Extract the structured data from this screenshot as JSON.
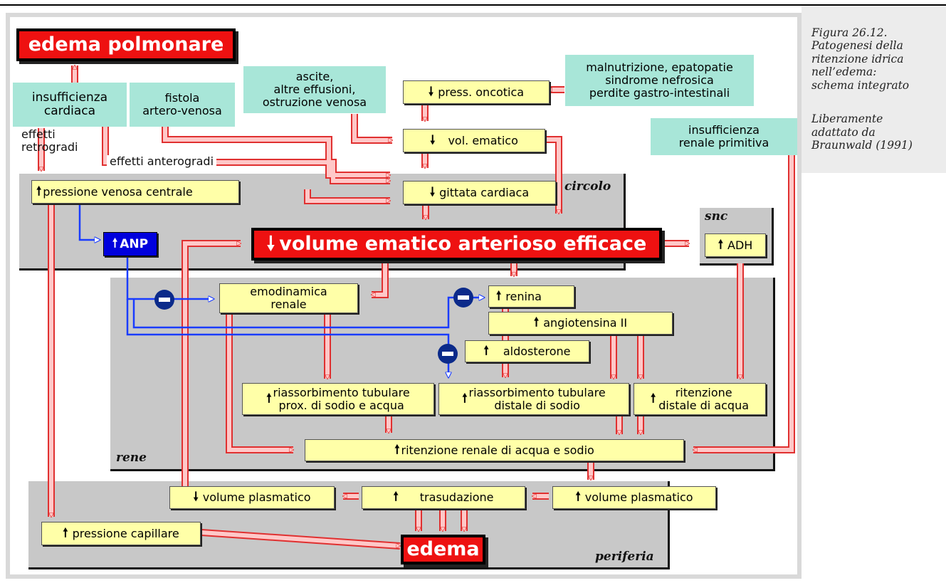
{
  "caption": {
    "title": "Figura 26.12.\nPatogenesi della\nritenzione idrica\nnell’edema:\nschema integrato",
    "credit": "Liberamente\nadattato da\nBraunwald (1991)"
  },
  "regions": {
    "circolo": "circolo",
    "snc": "snc",
    "rene": "rene",
    "periferia": "periferia"
  },
  "boxes": {
    "edema_polmonare": "edema polmonare",
    "insufficienza_cardiaca": "insufficienza\ncardiaca",
    "fistola": "fistola\nartero-venosa",
    "ascite": "ascite,\naltre effusioni,\nostruzione venosa",
    "press_oncotica": "press. oncotica",
    "malnutrizione": "malnutrizione, epatopatie\nsindrome nefrosica\nperdite gastro-intestinali",
    "vol_ematico": "vol. ematico",
    "insufficienza_renale": "insufficienza\nrenale primitiva",
    "gittata": "gittata cardiaca",
    "pressione_venosa": "pressione venosa centrale",
    "anp": "ANP",
    "veae": "volume ematico arterioso efficace",
    "adh": "ADH",
    "emodinamica": "emodinamica\nrenale",
    "renina": "renina",
    "angiotensina": "angiotensina II",
    "aldosterone": "aldosterone",
    "riass_prox": "riassorbimento tubulare\nprox. di sodio e acqua",
    "riass_dist": "riassorbimento tubulare\ndistale di sodio",
    "ritenzione_distale": "ritenzione\ndistale di acqua",
    "ritenzione_renale": "ritenzione renale di acqua e sodio",
    "vol_plasmatico_down": "volume plasmatico",
    "trasudazione": "trasudazione",
    "vol_plasmatico_up": "volume plasmatico",
    "pressione_capillare": "pressione capillare",
    "edema": "edema"
  },
  "labels": {
    "effetti_retrogradi": "effetti\nretrogradi",
    "effetti_anterogradi": "effetti anterogradi"
  },
  "arrow_glyphs": {
    "up": "🠕",
    "down": "🠗"
  },
  "colors": {
    "highlight_red": "#ee1111",
    "box_yellow": "#ffffa8",
    "box_teal": "#a8e6d8",
    "region_gray": "#c8c8c8",
    "pathway_arrow": "#ffc8c8",
    "inhibition_blue": "#1a3cff"
  }
}
